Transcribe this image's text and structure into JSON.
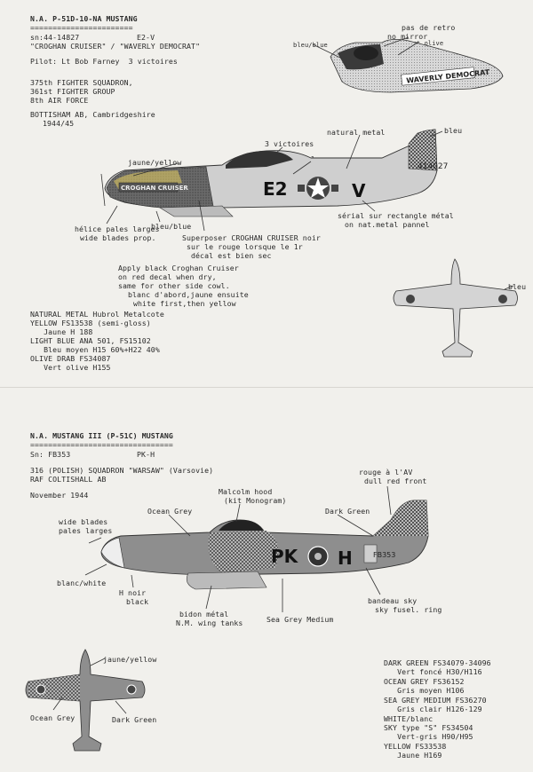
{
  "sheet1": {
    "header": {
      "title": "N.A. P-51D-10-NA MUSTANG",
      "underline": "=======================",
      "serial": "sn:44-14827",
      "code": "E2-V",
      "names": "\"CROGHAN CRUISER\" / \"WAVERLY DEMOCRAT\"",
      "pilot": "Pilot: Lt Bob Farney  3 victoires"
    },
    "unit": [
      "375th FIGHTER SQUADRON,",
      "361st FIGHTER GROUP",
      "8th AIR FORCE"
    ],
    "base": [
      "BOTTISHAM AB, Cambridgeshire",
      "1944/45"
    ],
    "labels": {
      "pas_de_retro": "pas de retro",
      "no_mirror": "no mirror",
      "vert_olive": "Vert olive",
      "bleu_blue": "bleu/blue",
      "natural_metal": "natural metal",
      "bleu_top": "bleu",
      "trois_victoires": "3 victoires",
      "bleu_mid": "bleu",
      "jaune_yellow": "jaune/yellow",
      "serial_note": [
        "sérial sur rectangle métal",
        "on nat.metal pannel"
      ],
      "helice": [
        "hélice pales larges",
        "wide blades prop."
      ],
      "bleu_h": "bleu/blue",
      "superposer": [
        "Superposer CROGHAN CRUISER noir",
        "sur le rouge lorsque le 1r",
        "décal est bien sec"
      ],
      "apply": [
        "Apply black Croghan Cruiser",
        "on red decal when dry,",
        "same for other side cowl.",
        "blanc d'abord,jaune ensuite",
        "white first,then yellow"
      ],
      "bleu_planform": "bleu"
    },
    "paints": [
      "NATURAL METAL Hubrol Metalcote",
      "YELLOW FS13538 (semi-gloss)",
      "   Jaune H 188",
      "LIGHT BLUE ANA 501, FS15102",
      "   Bleu moyen H15 60%+H22 40%",
      "OLIVE DRAB FS34087",
      "   Vert olive H155"
    ],
    "aircraft": {
      "fuselage_code": "E2",
      "fuselage_letter": "V",
      "tail_serial": "414027",
      "cowl_text_left": "CROGHAN CRUISER",
      "cowl_text_right": "WAVERLY DEMOCRAT"
    }
  },
  "sheet2": {
    "header": {
      "title": "N.A. MUSTANG III (P-51C) MUSTANG",
      "underline": "================================",
      "serial": "Sn: FB353",
      "code": "PK-H",
      "squadron": "316 (POLISH) SQUADRON \"WARSAW\" (Varsovie)",
      "base": "RAF COLTISHALL AB",
      "date": "November 1944"
    },
    "labels": {
      "rouge": "rouge à l'AV",
      "dull_red": "dull red front",
      "malcolm": [
        "Malcolm hood",
        "(kit Monogram)"
      ],
      "ocean_grey": "Ocean Grey",
      "dark_green": "Dark Green",
      "wide_blades": [
        "wide blades",
        "pales larges"
      ],
      "blanc": "blanc/white",
      "h_noir": [
        "H noir",
        "black"
      ],
      "bidon": [
        "bidon métal",
        "N.M. wing tanks"
      ],
      "sea_grey": "Sea Grey Medium",
      "bandeau": [
        "bandeau sky",
        "sky fusel. ring"
      ],
      "jaune_yellow": "jaune/yellow",
      "ocean_grey_plan": "Ocean Grey",
      "dark_green_plan": "Dark Green"
    },
    "paints": [
      "DARK GREEN FS34079-34096",
      "   Vert foncé H30/H116",
      "OCEAN GREY FS36152",
      "   Gris moyen H106",
      "SEA GREY MEDIUM FS36270",
      "   Gris clair H126-129",
      "WHITE/blanc",
      "SKY type \"S\" FS34504",
      "   Vert-gris H90/H95",
      "YELLOW FS33538",
      "   Jaune H169"
    ],
    "aircraft": {
      "code_left": "PK",
      "code_right": "H",
      "serial": "FB353"
    }
  },
  "colors": {
    "paper": "#f1f0ec",
    "ink": "#2a2a2a",
    "dark_paint": "#3a3a3a",
    "metal": "#cfcfcf",
    "grey": "#9a9a9a"
  }
}
